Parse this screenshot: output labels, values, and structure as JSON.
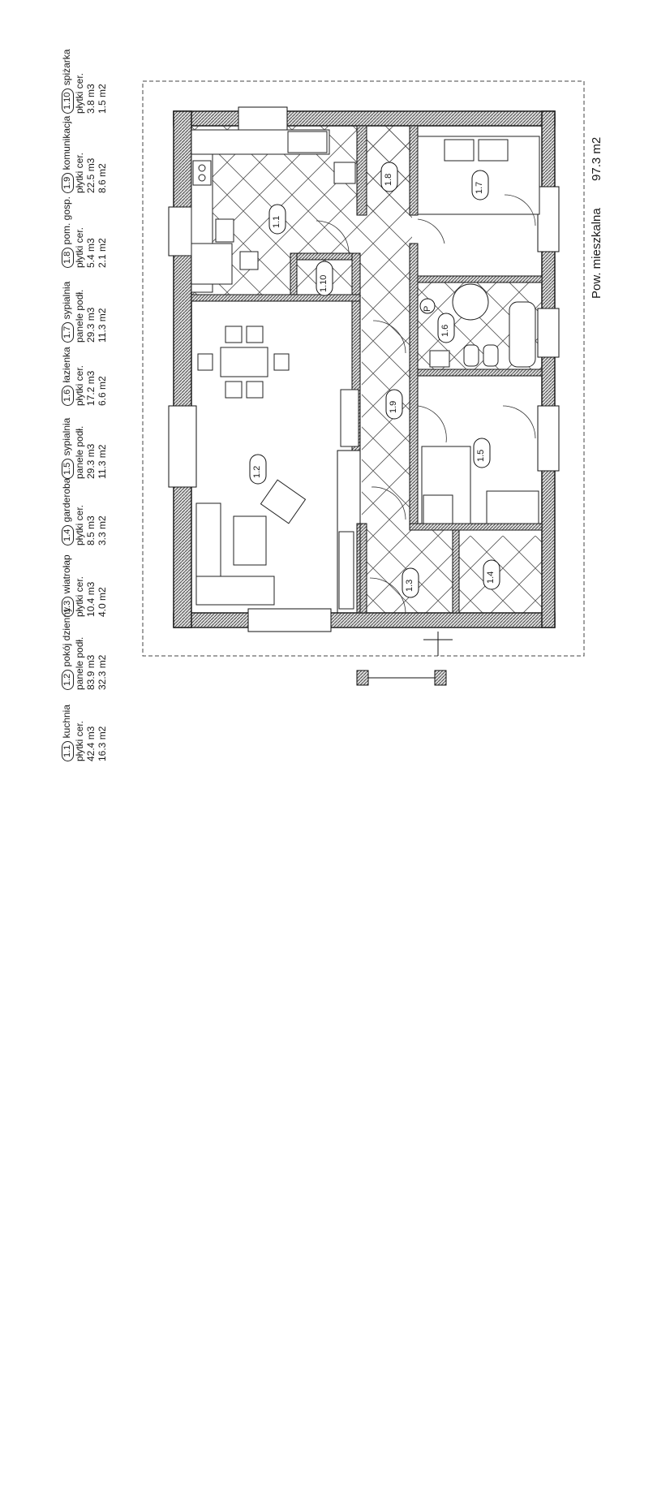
{
  "legend": [
    {
      "id": "1.1",
      "name": "kuchnia",
      "floor": "płytki cer.",
      "volume": "42.4 m3",
      "area": "16.3 m2"
    },
    {
      "id": "1.2",
      "name": "pokój dzienny",
      "floor": "panele podł.",
      "volume": "83.9 m3",
      "area": "32.3 m2"
    },
    {
      "id": "1.3",
      "name": "wiatrołap",
      "floor": "płytki cer.",
      "volume": "10.4 m3",
      "area": "4.0 m2"
    },
    {
      "id": "1.4",
      "name": "garderoba",
      "floor": "płytki cer.",
      "volume": "8.5 m3",
      "area": "3.3 m2"
    },
    {
      "id": "1.5",
      "name": "sypialnia",
      "floor": "panele podł.",
      "volume": "29.3 m3",
      "area": "11.3 m2"
    },
    {
      "id": "1.6",
      "name": "łazienka",
      "floor": "płytki cer.",
      "volume": "17.2 m3",
      "area": "6.6 m2"
    },
    {
      "id": "1.7",
      "name": "sypialnia",
      "floor": "panele podł.",
      "volume": "29.3 m3",
      "area": "11.3 m2"
    },
    {
      "id": "1.8",
      "name": "pom. gosp.",
      "floor": "płytki cer.",
      "volume": "5.4 m3",
      "area": "2.1 m2"
    },
    {
      "id": "1.9",
      "name": "komunikacja",
      "floor": "płytki cer.",
      "volume": "22.5 m3",
      "area": "8.6 m2"
    },
    {
      "id": "1.10",
      "name": "spiżarka",
      "floor": "płytki cer.",
      "volume": "3.8 m3",
      "area": "1.5 m2"
    }
  ],
  "total": {
    "label": "Pow. mieszkalna",
    "value": "97.3 m2"
  },
  "rooms": [
    {
      "id": "1.1",
      "label": "1.1"
    },
    {
      "id": "1.2",
      "label": "1.2"
    },
    {
      "id": "1.3",
      "label": "1.3"
    },
    {
      "id": "1.4",
      "label": "1.4"
    },
    {
      "id": "1.5",
      "label": "1.5"
    },
    {
      "id": "1.6",
      "label": "1.6"
    },
    {
      "id": "1.7",
      "label": "1.7"
    },
    {
      "id": "1.8",
      "label": "1.8"
    },
    {
      "id": "1.9",
      "label": "1.9"
    },
    {
      "id": "1.10",
      "label": "1.10"
    }
  ],
  "symbols": {
    "boiler": "P"
  }
}
